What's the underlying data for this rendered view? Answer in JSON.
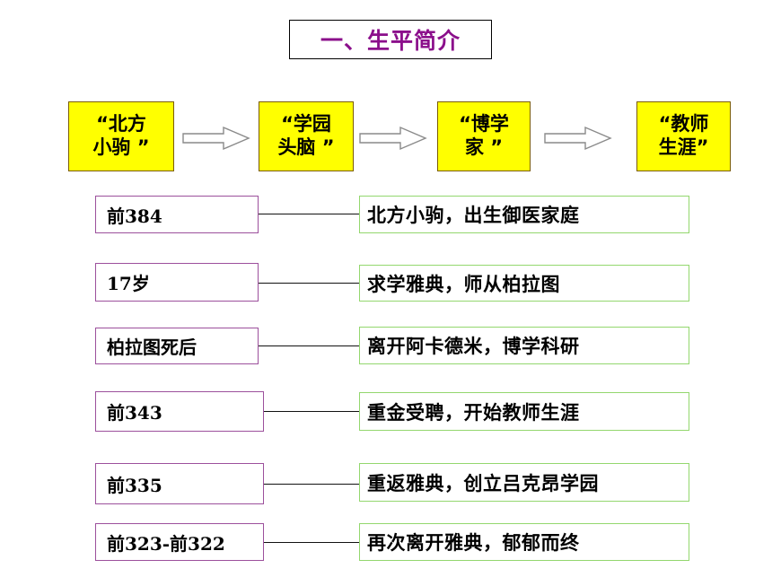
{
  "slide": {
    "title": "一、生平简介",
    "title_color": "#8b0f8b",
    "background": "#ffffff"
  },
  "flow": {
    "box_fill": "#ffff00",
    "box_border": "#7a5c00",
    "arrow_color": "#808080",
    "stages": [
      {
        "line1": "“北方",
        "line2": "小驹 ”"
      },
      {
        "line1": "“学园",
        "line2": "头脑 ”"
      },
      {
        "line1": "“博学",
        "line2": "家 ”"
      },
      {
        "line1": "“教师",
        "line2": "生涯”"
      }
    ],
    "arrows": [
      "arrow-1",
      "arrow-2",
      "arrow-3"
    ]
  },
  "timeline": {
    "date_border": "#9c509c",
    "event_border": "#93d76e",
    "connector_color": "#111111",
    "rows": [
      {
        "date": "前384",
        "event": "北方小驹，出生御医家庭"
      },
      {
        "date": "17岁",
        "event": "求学雅典，师从柏拉图"
      },
      {
        "date": "柏拉图死后",
        "event": "离开阿卡德米，博学科研"
      },
      {
        "date": "前343",
        "event": "重金受聘，开始教师生涯"
      },
      {
        "date": "前335",
        "event": "重返雅典，创立吕克昂学园"
      },
      {
        "date": "前323-前322",
        "event": "再次离开雅典，郁郁而终"
      }
    ]
  }
}
